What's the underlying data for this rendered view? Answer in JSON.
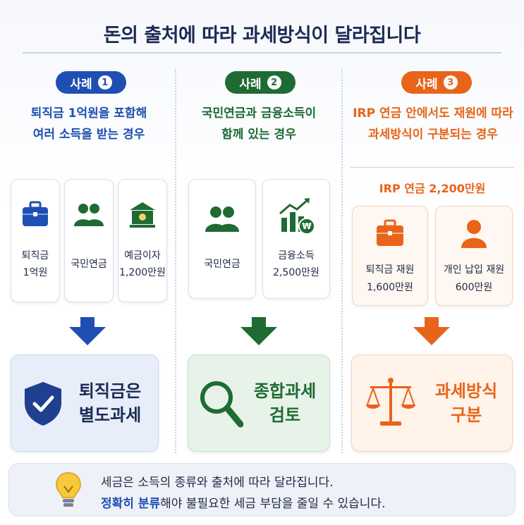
{
  "title": "돈의 출처에 따라 과세방식이 달라집니다",
  "colors": {
    "blue": "#1f4fb3",
    "green": "#1e6b33",
    "orange": "#e8641a",
    "navy": "#1c2b55"
  },
  "cases": [
    {
      "pill_label": "사례",
      "pill_num": "1",
      "desc_line1": "퇴직금 1억원을 포함해",
      "desc_line2": "여러 소득을 받는 경우",
      "cards": [
        {
          "icon": "briefcase-icon",
          "line1": "퇴직금",
          "line2": "1억원"
        },
        {
          "icon": "people-icon",
          "line1": "국민연금",
          "line2": ""
        },
        {
          "icon": "bank-icon",
          "line1": "예금이자",
          "line2": "1,200만원"
        }
      ],
      "result_icon": "shield-check-icon",
      "result_line1": "퇴직금은",
      "result_line2": "별도과세"
    },
    {
      "pill_label": "사례",
      "pill_num": "2",
      "desc_line1": "국민연금과 금융소득이",
      "desc_line2": "함께 있는 경우",
      "cards": [
        {
          "icon": "people-icon",
          "line1": "국민연금",
          "line2": ""
        },
        {
          "icon": "growth-chart-icon",
          "line1": "금융소득",
          "line2": "2,500만원"
        }
      ],
      "result_icon": "magnifier-icon",
      "result_line1": "종합과세",
      "result_line2": "검토"
    },
    {
      "pill_label": "사례",
      "pill_num": "3",
      "desc_line1": "IRP 연금 안에서도 재원에 따라",
      "desc_line2": "과세방식이 구분되는 경우",
      "sub_header": "IRP 연금 2,200만원",
      "cards": [
        {
          "icon": "briefcase-icon",
          "line1": "퇴직금 재원",
          "line2": "1,600만원"
        },
        {
          "icon": "person-icon",
          "line1": "개인 납입 재원",
          "line2": "600만원"
        }
      ],
      "result_icon": "scales-icon",
      "result_line1": "과세방식",
      "result_line2": "구분"
    }
  ],
  "footer": {
    "icon": "lightbulb-icon",
    "line1": "세금은 소득의 종류와 출처에 따라 달라집니다.",
    "line2_highlight": "정확히 분류",
    "line2_rest": "해야 불필요한 세금 부담을 줄일 수 있습니다."
  }
}
